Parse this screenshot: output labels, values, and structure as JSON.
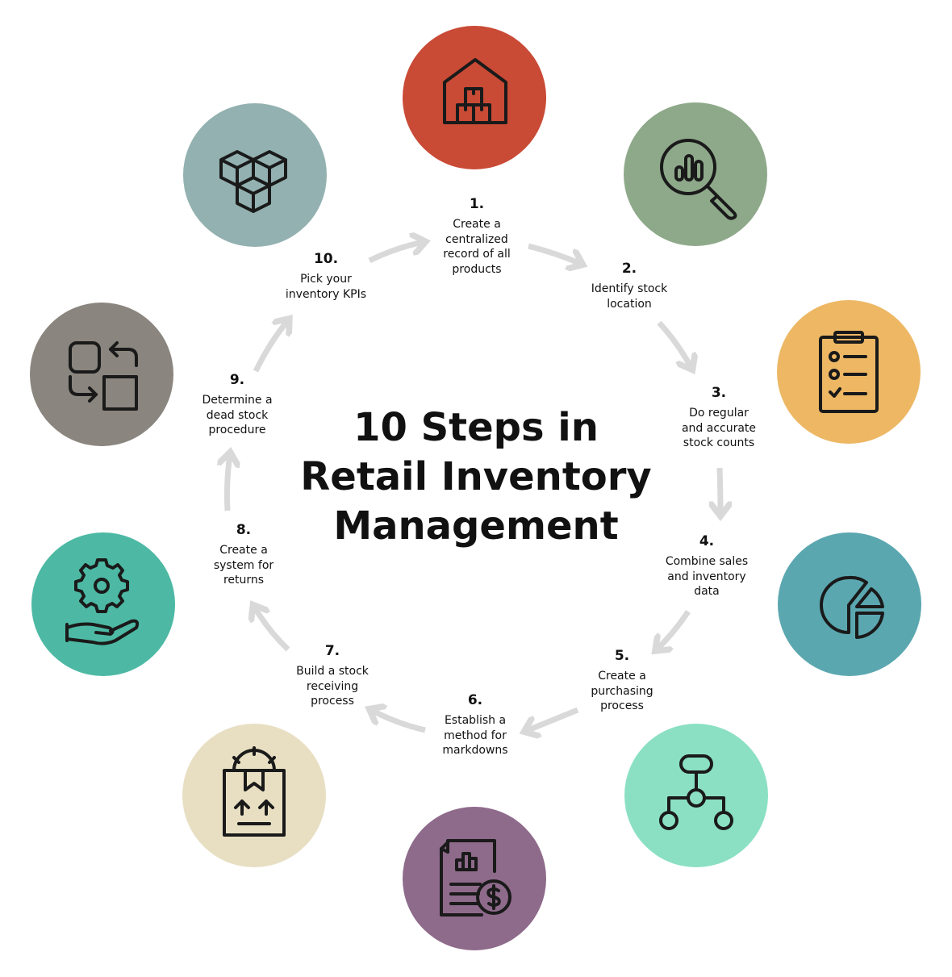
{
  "title": {
    "line1": "10 Steps in",
    "line2": "Retail Inventory",
    "line3": "Management"
  },
  "steps": [
    {
      "number": "1.",
      "label": "Create a centralized record of all products",
      "icon": "warehouse-icon",
      "color": "#C94A35"
    },
    {
      "number": "2.",
      "label": "Identify stock location",
      "icon": "magnifier-chart-icon",
      "color": "#8EA98A"
    },
    {
      "number": "3.",
      "label": "Do regular and accurate stock counts",
      "icon": "clipboard-checklist-icon",
      "color": "#EDB764"
    },
    {
      "number": "4.",
      "label": "Combine sales and inventory data",
      "icon": "pie-chart-icon",
      "color": "#5BA7B0"
    },
    {
      "number": "5.",
      "label": "Create a purchasing process",
      "icon": "flowchart-icon",
      "color": "#8BE0C4"
    },
    {
      "number": "6.",
      "label": "Establish a method for markdowns",
      "icon": "invoice-dollar-icon",
      "color": "#8E6A8B"
    },
    {
      "number": "7.",
      "label": "Build a stock receiving process",
      "icon": "package-gear-icon",
      "color": "#E8DFC3"
    },
    {
      "number": "8.",
      "label": "Create a system for returns",
      "icon": "hand-gear-icon",
      "color": "#4DB9A4"
    },
    {
      "number": "9.",
      "label": "Determine a dead stock procedure",
      "icon": "swap-shapes-icon",
      "color": "#8A857E"
    },
    {
      "number": "10.",
      "label": "Pick your inventory KPIs",
      "icon": "cubes-icon",
      "color": "#93B1B0"
    }
  ],
  "arrow_color": "#D9D9D9",
  "icon_stroke_color": "#1A1A1A"
}
